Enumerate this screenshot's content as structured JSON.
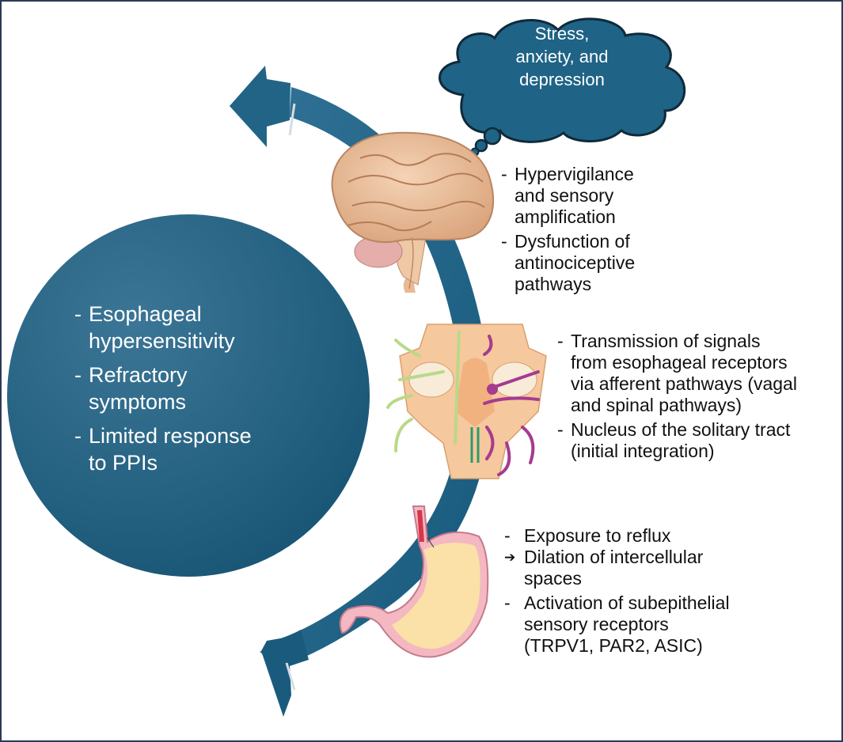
{
  "figure": {
    "colors": {
      "frame": "#2a3a55",
      "accent_blue": "#1e6284",
      "circle_light": "#3c7696",
      "circle_dark": "#175473",
      "brain": "#e8b994",
      "brainstem": "#f6c89d",
      "stomach": "#fbe0a7",
      "stomach_wall": "#e9a7b4",
      "nerve_green": "#b9d98a",
      "nerve_purple": "#a63b8f"
    },
    "cloud": {
      "icon": "thought-cloud-icon",
      "lines": [
        "Stress,",
        "anxiety, and",
        "depression"
      ]
    },
    "circle": {
      "bullet": "-",
      "items": [
        {
          "lines": [
            "Esophageal",
            "hypersensitivity"
          ]
        },
        {
          "lines": [
            "Refractory",
            "symptoms"
          ]
        },
        {
          "lines": [
            "Limited response",
            "to PPIs"
          ]
        }
      ]
    },
    "brain_section": {
      "icon": "brain-icon",
      "items": [
        {
          "bullet": "-",
          "lines": [
            "Hypervigilance",
            "and sensory",
            "amplification"
          ]
        },
        {
          "bullet": "-",
          "lines": [
            "Dysfunction of",
            "antinociceptive",
            "pathways"
          ]
        }
      ]
    },
    "brainstem_section": {
      "icon": "brainstem-icon",
      "items": [
        {
          "bullet": "-",
          "lines": [
            "Transmission of signals",
            "from esophageal receptors",
            "via afferent pathways (vagal",
            "and spinal pathways)"
          ]
        },
        {
          "bullet": "-",
          "lines": [
            "Nucleus of the solitary tract",
            "(initial integration)"
          ]
        }
      ]
    },
    "stomach_section": {
      "icon": "stomach-icon",
      "items": [
        {
          "bullet": "-",
          "lines": [
            "Exposure to reflux"
          ]
        },
        {
          "bullet": "➔",
          "lines": [
            "Dilation of intercellular",
            "spaces"
          ]
        },
        {
          "bullet": "-",
          "lines": [
            "Activation of subepithelial",
            "sensory receptors",
            "(TRPV1, PAR2, ASIC)"
          ]
        }
      ]
    },
    "arrows": {
      "top": "arrow-left-icon",
      "bottom": "arrow-left-icon"
    }
  }
}
